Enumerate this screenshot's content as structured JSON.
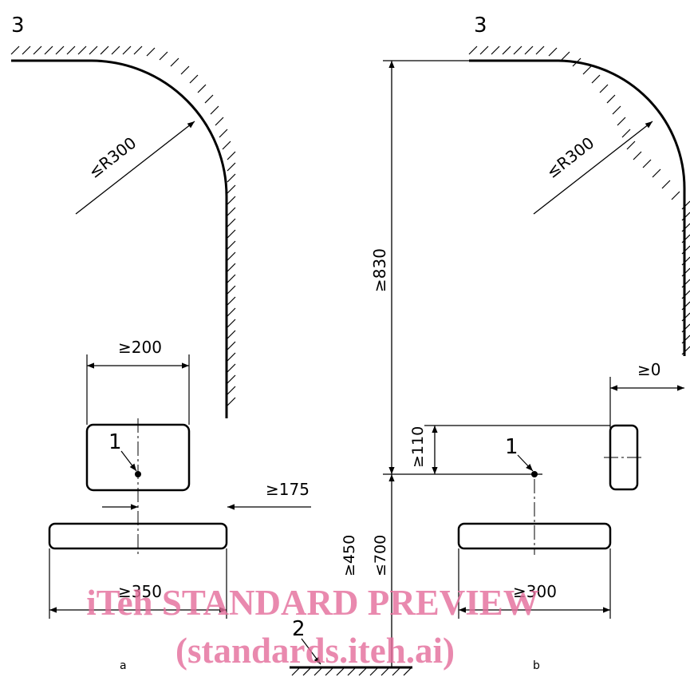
{
  "colors": {
    "line": "#000000",
    "watermark": "#e46f9c",
    "background": "#ffffff"
  },
  "view_a": {
    "label": "a",
    "wall_callout": "3",
    "item_callout": "1",
    "radius": "≤R300",
    "seat_width": "≥200",
    "offset": "≥175",
    "footrest_width": "≥350"
  },
  "view_b": {
    "label": "b",
    "wall_callout": "3",
    "item_callout": "1",
    "radius": "≤R300",
    "height": "≥830",
    "clearance": "≥0",
    "rise": "≥110",
    "floor_height_min": "≥450",
    "floor_height_max": "≤700",
    "footrest_width": "≥300",
    "floor_callout": "2"
  },
  "watermark": {
    "line1": "iTeh STANDARD PREVIEW",
    "line2": "(standards.iteh.ai)"
  }
}
